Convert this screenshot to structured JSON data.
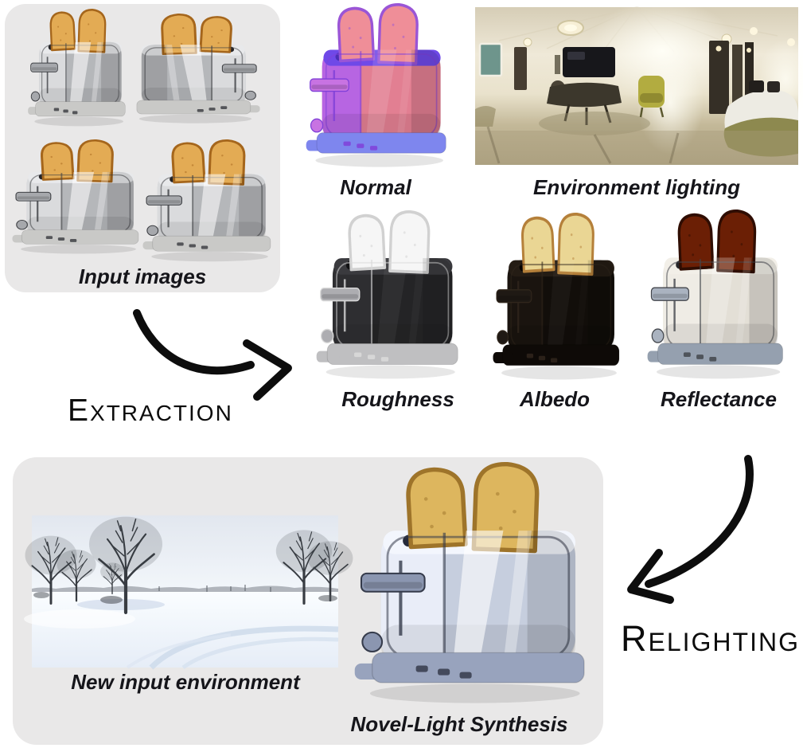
{
  "figure": {
    "background_color": "#ffffff",
    "panel_color": "#e9e8e8",
    "arrow_color": "#0d0d0d",
    "text_color": "#141414",
    "input_panel": {
      "caption": "Input images"
    },
    "normal": {
      "caption": "Normal"
    },
    "environment": {
      "caption": "Environment lighting"
    },
    "roughness": {
      "caption": "Roughness"
    },
    "albedo": {
      "caption": "Albedo"
    },
    "reflectance": {
      "caption": "Reflectance"
    },
    "extraction": {
      "label": "Extraction"
    },
    "relighting": {
      "label": "Relighting"
    },
    "new_environment": {
      "caption": "New input environment"
    },
    "result": {
      "caption": "Novel-Light Synthesis"
    },
    "palettes": {
      "chrome": {
        "body": "#b5b7ba",
        "front": "#dadbdd",
        "top": "#e8e9eb",
        "toast": "#e3ab54",
        "crust": "#a5661c",
        "base": "#c9c9c7",
        "detail": "#a6a8ac",
        "edge": "#3f4145",
        "slot": "#232327",
        "gloss": "0.55",
        "gloss2": "0.3"
      },
      "normal": {
        "body": "#e27f92",
        "front": "#b765e2",
        "top": "#6f49e8",
        "toast": "#ef8e98",
        "crust": "#9a55d6",
        "base": "#7e86ee",
        "detail": "#c873e2",
        "edge": "#8040d8",
        "slot": "#4b2fb4",
        "gloss": "0.12",
        "gloss2": "0.08"
      },
      "roughness": {
        "body": "#19191b",
        "front": "#232327",
        "top": "#303034",
        "toast": "#f6f6f6",
        "crust": "#cfcfcf",
        "base": "#bcbcbe",
        "detail": "#a9a9ad",
        "edge": "#d9d9d9",
        "slot": "#050507",
        "gloss": "0.05",
        "gloss2": "0.03"
      },
      "albedo": {
        "body": "#120e0a",
        "front": "#1a140f",
        "top": "#241c14",
        "toast": "#ead694",
        "crust": "#b5803a",
        "base": "#0e0a07",
        "detail": "#1f1914",
        "edge": "#30261c",
        "slot": "#000000",
        "gloss": "0.04",
        "gloss2": "0.02"
      },
      "reflectance": {
        "body": "#e3dfd6",
        "front": "#efece5",
        "top": "#f2efe8",
        "toast": "#6b1f05",
        "crust": "#2f0d02",
        "base": "#95a0af",
        "detail": "#aab3c0",
        "edge": "#43464c",
        "slot": "#26262a",
        "gloss": "0.25",
        "gloss2": "0.15"
      },
      "relit": {
        "body": "#c6cede",
        "front": "#e9edf8",
        "top": "#f3f6fd",
        "toast": "#ddb65e",
        "crust": "#9e742a",
        "base": "#98a3bd",
        "detail": "#8b96b0",
        "edge": "#353b4b",
        "slot": "#252a3a",
        "gloss": "0.6",
        "gloss2": "0.35"
      }
    }
  }
}
